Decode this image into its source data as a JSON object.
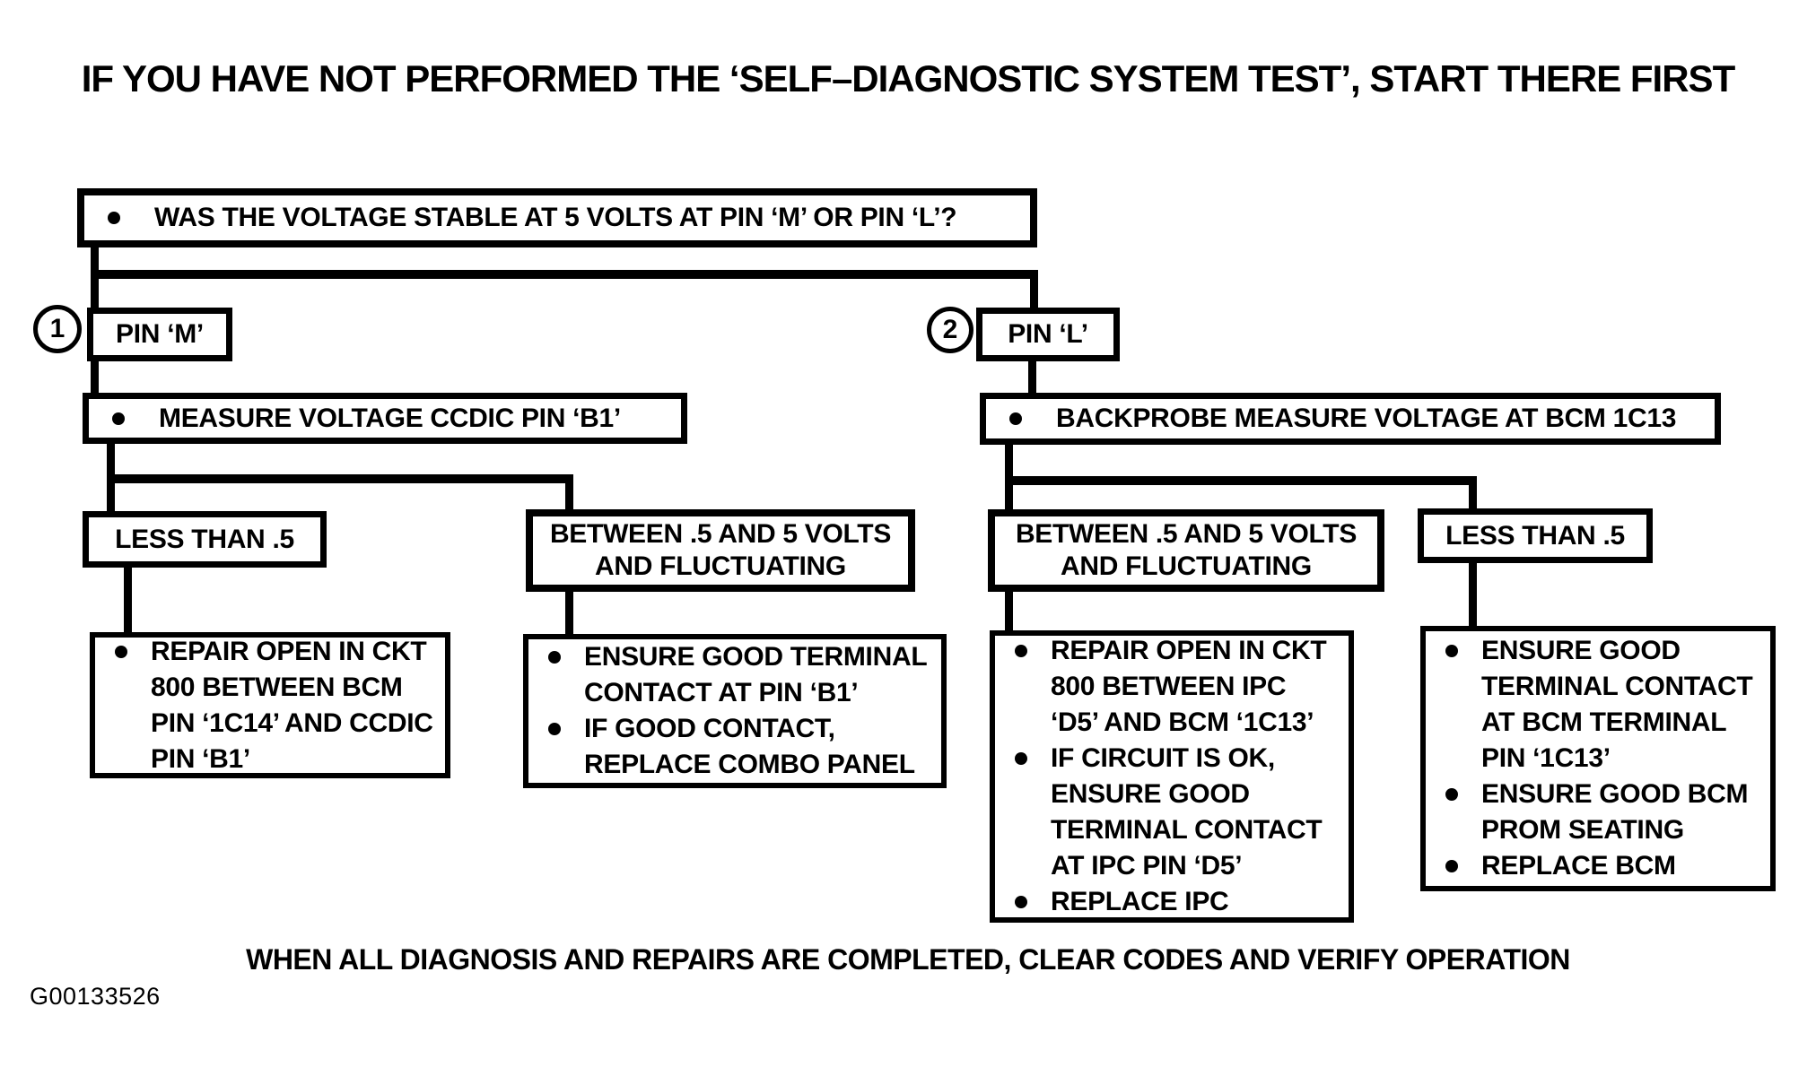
{
  "title": "IF YOU HAVE NOT PERFORMED THE ‘SELF–DIAGNOSTIC SYSTEM TEST’, START THERE FIRST",
  "root_question": {
    "text": "WAS THE VOLTAGE STABLE AT 5 VOLTS AT PIN ‘M’ OR PIN ‘L’?"
  },
  "branches": [
    {
      "marker": "1",
      "pin_label": "PIN ‘M’",
      "action": "MEASURE VOLTAGE CCDIC PIN ‘B1’",
      "outcomes": [
        {
          "condition": "LESS THAN .5",
          "steps": [
            "REPAIR OPEN IN CKT 800 BETWEEN BCM PIN ‘1C14’ AND CCDIC PIN ‘B1’"
          ]
        },
        {
          "condition": "BETWEEN .5 AND 5 VOLTS AND FLUCTUATING",
          "steps": [
            "ENSURE GOOD TERMINAL CONTACT AT PIN ‘B1’",
            "IF GOOD CONTACT, REPLACE COMBO PANEL"
          ]
        }
      ]
    },
    {
      "marker": "2",
      "pin_label": "PIN ‘L’",
      "action": "BACKPROBE MEASURE VOLTAGE AT BCM 1C13",
      "outcomes": [
        {
          "condition": "BETWEEN .5 AND 5 VOLTS AND FLUCTUATING",
          "steps": [
            "REPAIR OPEN IN CKT 800 BETWEEN IPC ‘D5’ AND BCM ‘1C13’",
            "IF CIRCUIT IS OK, ENSURE GOOD TERMINAL CONTACT AT IPC PIN ‘D5’",
            "REPLACE IPC"
          ]
        },
        {
          "condition": "LESS THAN .5",
          "steps": [
            "ENSURE GOOD TERMINAL CONTACT AT BCM TERMINAL PIN ‘1C13’",
            "ENSURE GOOD BCM PROM SEATING",
            "REPLACE BCM"
          ]
        }
      ]
    }
  ],
  "footer": "WHEN ALL DIAGNOSIS AND REPAIRS ARE COMPLETED, CLEAR CODES AND VERIFY OPERATION",
  "figure_id": "G00133526",
  "colors": {
    "ink": "#000000",
    "paper": "#ffffff"
  }
}
